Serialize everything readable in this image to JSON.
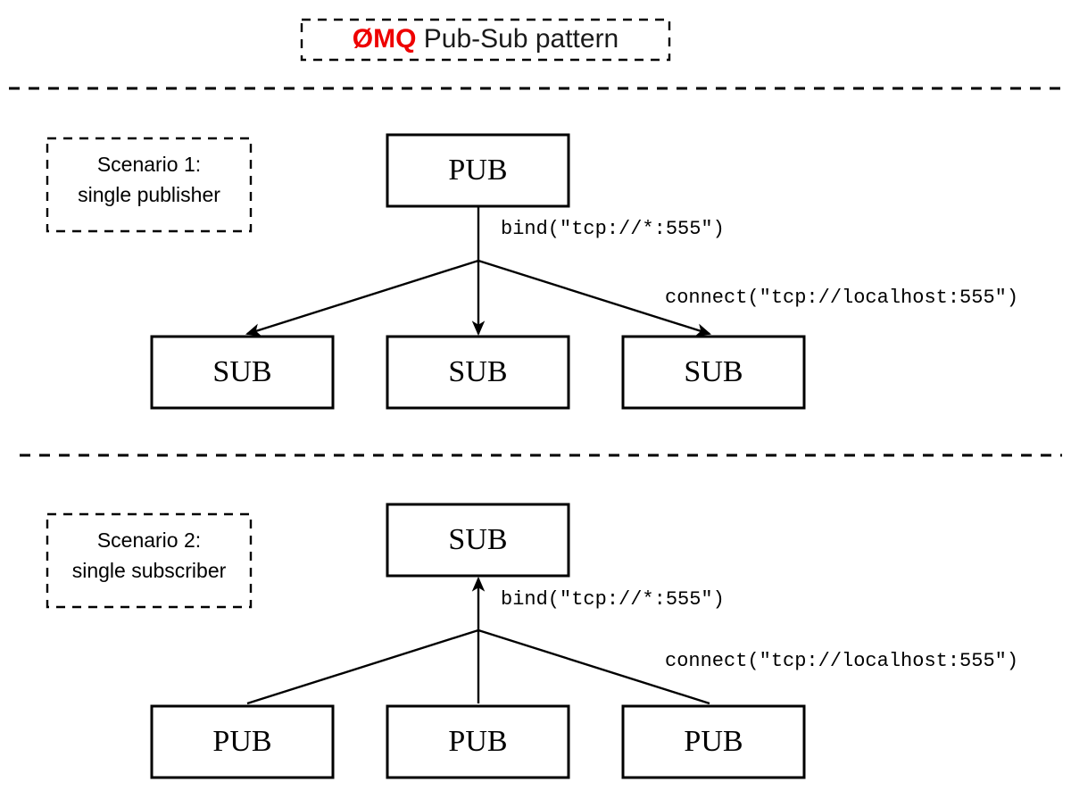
{
  "title": {
    "brand": "ØMQ",
    "rest": " Pub-Sub pattern",
    "brand_color": "#ee0000",
    "text_color": "#1a1a1a"
  },
  "scenarios": [
    {
      "id": "scenario-1",
      "line1": "Scenario 1:",
      "line2": "single publisher",
      "top_node": {
        "label": "PUB",
        "bind_label": "bind(\"tcp://*:555\")"
      },
      "bottom_nodes": [
        {
          "label": "SUB"
        },
        {
          "label": "SUB"
        },
        {
          "label": "SUB"
        }
      ],
      "connect_label": "connect(\"tcp://localhost:555\")",
      "flow_direction": "downward"
    },
    {
      "id": "scenario-2",
      "line1": "Scenario 2:",
      "line2": "single subscriber",
      "top_node": {
        "label": "SUB",
        "bind_label": "bind(\"tcp://*:555\")"
      },
      "bottom_nodes": [
        {
          "label": "PUB"
        },
        {
          "label": "PUB"
        },
        {
          "label": "PUB"
        }
      ],
      "connect_label": "connect(\"tcp://localhost:555\")",
      "flow_direction": "upward"
    }
  ],
  "colors": {
    "stroke": "#000000",
    "background": "#ffffff"
  }
}
